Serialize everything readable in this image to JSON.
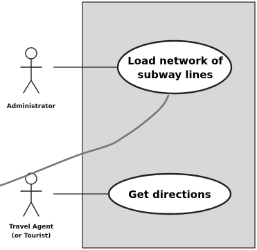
{
  "colors": {
    "system_fill": "#d8d8d8",
    "outline": "#222222",
    "usecase_fill": "#ffffff",
    "scribble": "#777777"
  },
  "actors": [
    {
      "name": "Administrator",
      "icon": "stick-figure-icon"
    },
    {
      "name_line1": "Travel Agent",
      "name_line2": "(or Tourist)",
      "icon": "stick-figure-icon"
    }
  ],
  "use_cases": [
    {
      "line1": "Load network of",
      "line2": "subway lines"
    },
    {
      "line1": "Get directions"
    }
  ]
}
